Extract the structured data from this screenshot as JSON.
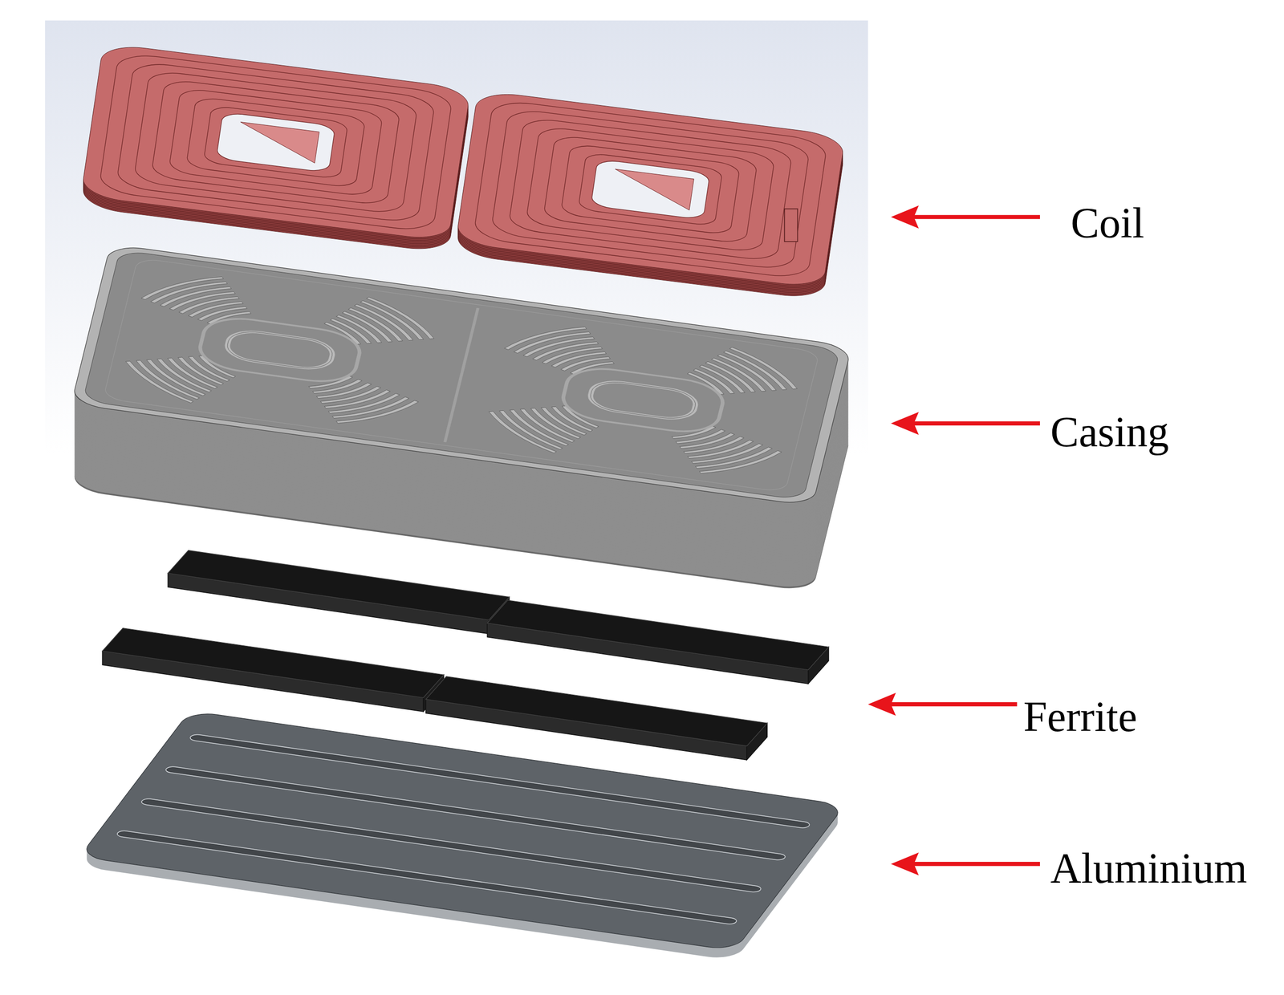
{
  "diagram": {
    "labels": [
      "Coil",
      "Casing",
      "Ferrite",
      "Aluminium"
    ]
  }
}
